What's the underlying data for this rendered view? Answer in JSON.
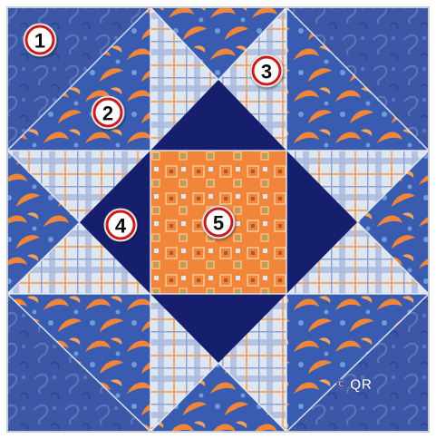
{
  "piece_labels": [
    "1",
    "2",
    "3",
    "4",
    "5"
  ],
  "copyright": {
    "symbol": "©",
    "initials": "QR"
  },
  "colors": {
    "background_blue": "#3c57a6",
    "navy": "#151f6d",
    "orange": "#f1863a",
    "plaid": "#d9e1ef",
    "plaid_stripe": "#9fb1d6",
    "plaid_orange_stripe": "#f1a362",
    "seam": "#e9eef7",
    "badge_ring": "#c81e1e"
  },
  "fabric_patterns": {
    "piece_1": "blue-tonal-swirl",
    "piece_2": "orange-blue-leaf-print",
    "piece_3": "light-blue-plaid",
    "piece_4": "navy-solid",
    "piece_5": "orange-square-print"
  }
}
